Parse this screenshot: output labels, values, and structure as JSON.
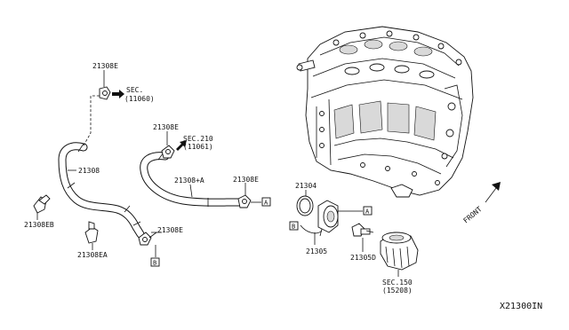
{
  "diagram_id": "X21300IN",
  "front_label": "FRONT",
  "labels": {
    "p21308e_top": "21308E",
    "sec_11060_name": "SEC.",
    "sec_11060_num": "(11060)",
    "p21308": "21308",
    "p21308eb": "21308EB",
    "p21308ea": "21308EA",
    "p21308e_mid": "21308E",
    "sec_210_name": "SEC.210",
    "sec_210_num": "(11061)",
    "p21308a": "21308+A",
    "p21308e_right": "21308E",
    "p21308e_bottom": "21308E",
    "p21304": "21304",
    "p21305": "21305",
    "p21305d": "21305D",
    "sec_150_name": "SEC.150",
    "sec_150_num": "(15208)"
  },
  "callouts": {
    "a_right_hose": "A",
    "a_filter": "A",
    "b_filter": "B",
    "b_hose": "B"
  }
}
